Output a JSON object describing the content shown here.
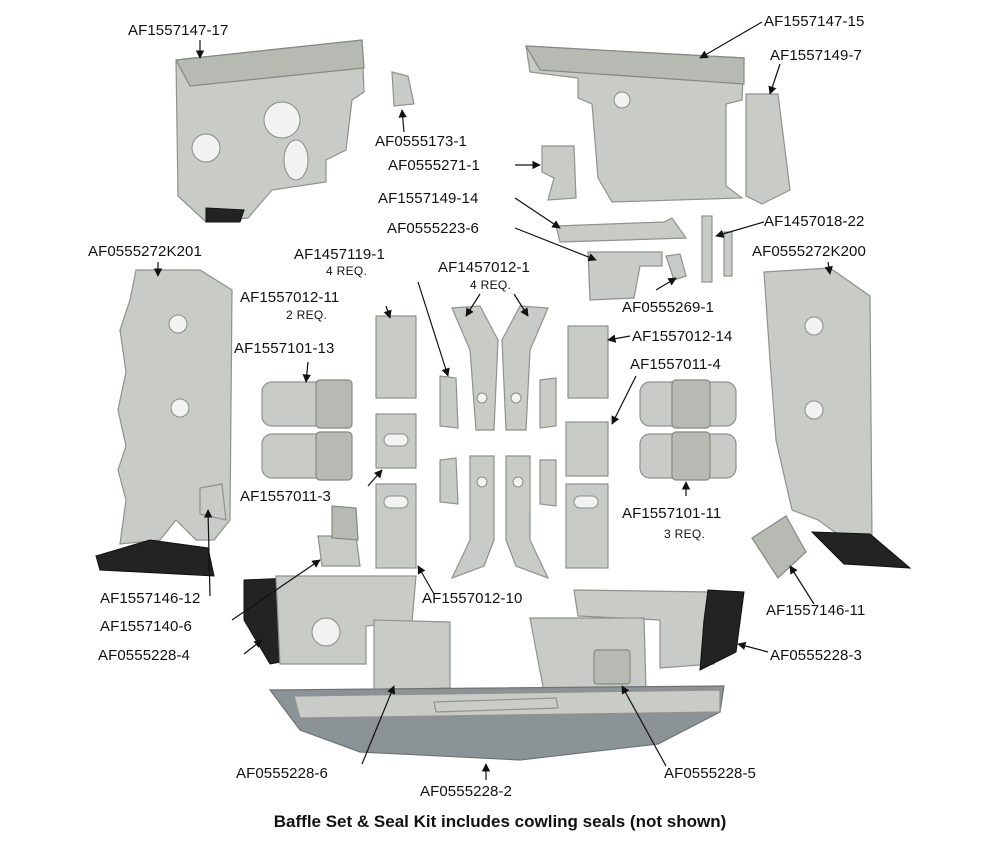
{
  "labels": {
    "af1557147_17": "AF1557147-17",
    "af1557147_15": "AF1557147-15",
    "af1557149_7": "AF1557149-7",
    "af0555173_1": "AF0555173-1",
    "af0555271_1": "AF0555271-1",
    "af1557149_14": "AF1557149-14",
    "af0555223_6": "AF0555223-6",
    "af1457018_22": "AF1457018-22",
    "af0555272k201": "AF0555272K201",
    "af0555272k200": "AF0555272K200",
    "af1457119_1": "AF1457119-1",
    "af1457012_1": "AF1457012-1",
    "af1557012_11": "AF1557012-11",
    "af0555269_1": "AF0555269-1",
    "af1557012_14": "AF1557012-14",
    "af1557101_13": "AF1557101-13",
    "af1557011_4": "AF1557011-4",
    "af1557011_3": "AF1557011-3",
    "af1557101_11": "AF1557101-11",
    "af1557146_12": "AF1557146-12",
    "af1557012_10": "AF1557012-10",
    "af1557146_11": "AF1557146-11",
    "af1557140_6": "AF1557140-6",
    "af0555228_4": "AF0555228-4",
    "af0555228_3": "AF0555228-3",
    "af0555228_6": "AF0555228-6",
    "af0555228_5": "AF0555228-5",
    "af0555228_2": "AF0555228-2"
  },
  "quantities": {
    "af1457119_1": "4 REQ.",
    "af1457012_1": "4 REQ.",
    "af1557012_11": "2 REQ.",
    "af1557101_11": "3 REQ."
  },
  "caption": "Baffle Set & Seal Kit includes cowling seals (not shown)"
}
